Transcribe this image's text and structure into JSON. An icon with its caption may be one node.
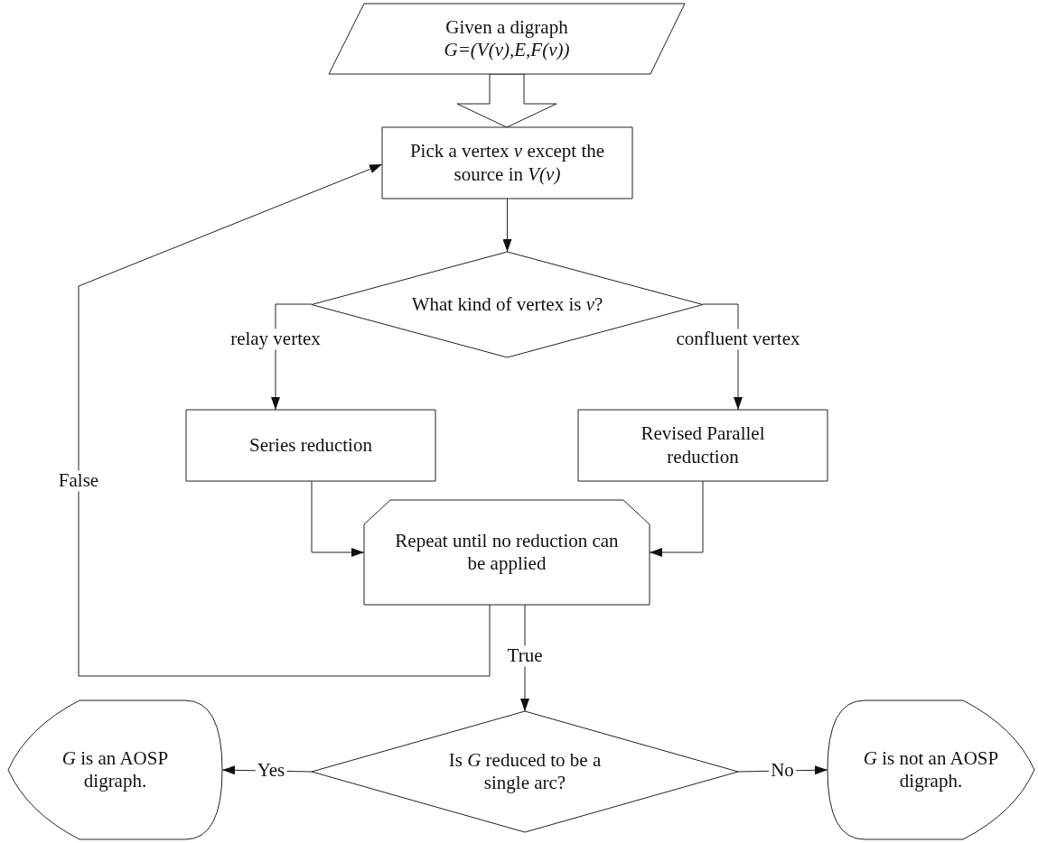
{
  "diagram": {
    "nodes": [
      {
        "text": [
          "Given a digraph *G=(V(v),E,F(v))*"
        ]
      },
      {
        "text": [
          "Pick a vertex *v* except the source in *V(v)*"
        ]
      },
      {
        "text": [
          "What kind of vertex is *v*?"
        ]
      },
      {
        "text": [
          "Series reduction"
        ]
      },
      {
        "text": [
          "Revised Parallel reduction"
        ]
      },
      {
        "text": [
          "Repeat until no reduction can be applied"
        ]
      },
      {
        "text": [
          "Is *G* reduced to be a single arc?"
        ]
      },
      {
        "text": [
          "*G* is an AOSP digraph."
        ]
      },
      {
        "text": [
          "*G* is not an AOSP digraph."
        ]
      }
    ],
    "edges": [
      {
        "from": 0,
        "to": 1,
        "arrow": "to",
        "style": "thick"
      },
      {
        "from": 1,
        "to": 2,
        "arrow": "to"
      },
      {
        "from": 2,
        "to": 3,
        "arrow": "to",
        "label": "relay vertex"
      },
      {
        "from": 2,
        "to": 4,
        "arrow": "to",
        "label": "confluent vertex"
      },
      {
        "from": 3,
        "to": 5,
        "arrow": "to"
      },
      {
        "from": 4,
        "to": 5,
        "arrow": "to"
      },
      {
        "from": 5,
        "to": 1,
        "arrow": "to",
        "label": "False"
      },
      {
        "from": 5,
        "to": 6,
        "arrow": "to",
        "label": "True"
      },
      {
        "from": 6,
        "to": 7,
        "arrow": "to",
        "label": "Yes"
      },
      {
        "from": 6,
        "to": 8,
        "arrow": "to",
        "label": "No"
      }
    ]
  }
}
